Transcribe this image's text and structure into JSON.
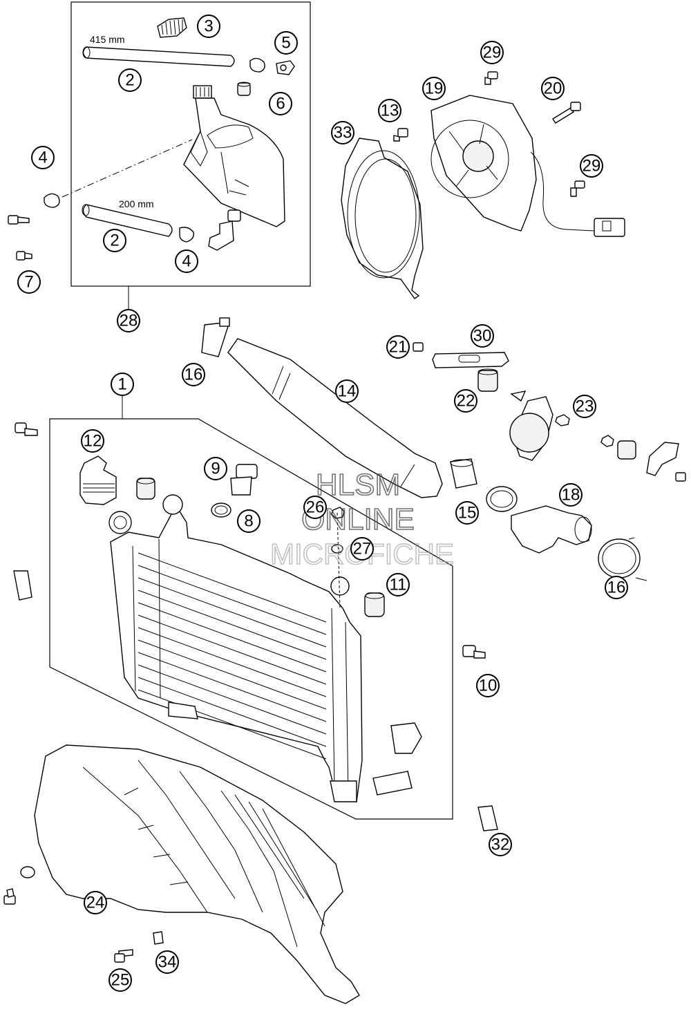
{
  "diagram": {
    "dimensions": [
      "415 mm",
      "200 mm"
    ],
    "watermark": [
      "HLSM",
      "ONLINE",
      "MICROFICHE"
    ],
    "callouts": [
      "1",
      "2",
      "2",
      "3",
      "4",
      "4",
      "5",
      "6",
      "7",
      "8",
      "9",
      "10",
      "11",
      "12",
      "13",
      "14",
      "15",
      "16",
      "16",
      "18",
      "19",
      "20",
      "21",
      "22",
      "23",
      "24",
      "25",
      "26",
      "27",
      "28",
      "29",
      "29",
      "30",
      "32",
      "33",
      "34"
    ]
  }
}
